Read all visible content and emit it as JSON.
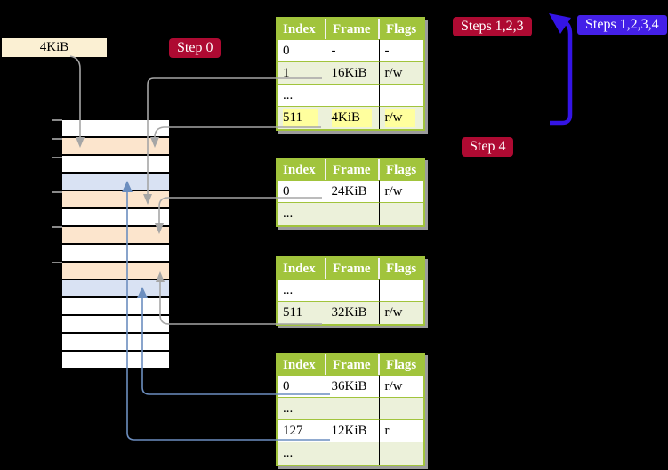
{
  "colors": {
    "background": "#000000",
    "table_header_green": "#a1c43c",
    "table_row_green": "#ecf1da",
    "highlight_yellow": "#ffff9e",
    "memory_frame_orange": "#fce5cd",
    "memory_frame_blue": "#d9e2f3",
    "legend_cream": "#fbf0d3",
    "badge_crimson": "#ae0a32",
    "badge_blue": "#4420e8",
    "big_arrow_blue": "#3414e6",
    "connector_gray": "#a6a6a6",
    "connector_steel_blue": "#6c8ebf"
  },
  "labels": {
    "frame_size": "4KiB"
  },
  "badges": {
    "step0": "Step 0",
    "steps123": "Steps 1,2,3",
    "steps1234": "Steps 1,2,3,4",
    "step4": "Step 4"
  },
  "memory_stack": {
    "row_colors": [
      "white",
      "orange",
      "white",
      "blue",
      "orange",
      "white",
      "orange",
      "white",
      "orange",
      "blue",
      "white",
      "white",
      "white",
      "white"
    ],
    "tick_positions": [
      134,
      155,
      176,
      215,
      254,
      294
    ]
  },
  "tables": [
    {
      "name": "page-table-level-top",
      "headers": [
        "Index",
        "Frame",
        "Flags"
      ],
      "rows": [
        {
          "cells": [
            "0",
            "-",
            "-"
          ],
          "highlighted": false
        },
        {
          "cells": [
            "1",
            "16KiB",
            "r/w"
          ],
          "highlighted": false
        },
        {
          "cells": [
            "...",
            "",
            ""
          ],
          "highlighted": false
        },
        {
          "cells": [
            "511",
            "4KiB",
            "r/w"
          ],
          "highlighted": true
        }
      ]
    },
    {
      "name": "page-table-level-3",
      "headers": [
        "Index",
        "Frame",
        "Flags"
      ],
      "rows": [
        {
          "cells": [
            "0",
            "24KiB",
            "r/w"
          ],
          "highlighted": false
        },
        {
          "cells": [
            "...",
            "",
            ""
          ],
          "highlighted": false
        }
      ]
    },
    {
      "name": "page-table-level-2",
      "headers": [
        "Index",
        "Frame",
        "Flags"
      ],
      "rows": [
        {
          "cells": [
            "...",
            "",
            ""
          ],
          "highlighted": false
        },
        {
          "cells": [
            "511",
            "32KiB",
            "r/w"
          ],
          "highlighted": false
        }
      ]
    },
    {
      "name": "page-table-level-1",
      "headers": [
        "Index",
        "Frame",
        "Flags"
      ],
      "rows": [
        {
          "cells": [
            "0",
            "36KiB",
            "r/w"
          ],
          "highlighted": false
        },
        {
          "cells": [
            "...",
            "",
            ""
          ],
          "highlighted": false
        },
        {
          "cells": [
            "127",
            "12KiB",
            "r"
          ],
          "highlighted": false
        },
        {
          "cells": [
            "...",
            "",
            ""
          ],
          "highlighted": false
        }
      ]
    }
  ]
}
